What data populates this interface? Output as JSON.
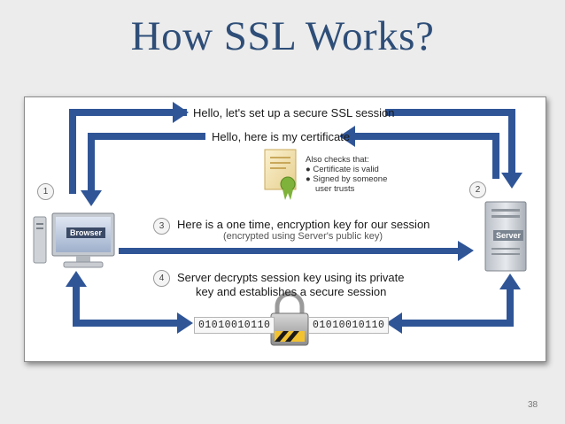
{
  "slide": {
    "title": "How SSL Works?",
    "page_number": "38"
  },
  "diagram": {
    "messages": {
      "hello": "Hello, let's set up a secure SSL session",
      "certificate": "Hello, here is my certificate",
      "session_key": "Here is a one time, encryption key for our session",
      "session_key_note": "(encrypted using Server's public key)",
      "decrypt_line1": "Server decrypts session key using its private",
      "decrypt_line2": "key and establishes a secure session"
    },
    "steps": [
      "1",
      "2",
      "3",
      "4"
    ],
    "checks": {
      "heading": "Also checks that:",
      "items": [
        "Certificate is valid",
        "Signed by someone",
        "user trusts"
      ]
    },
    "browser_label": "Browser",
    "server_label": "Server",
    "binary_left": "01010010110",
    "binary_right": "01010010110",
    "colors": {
      "arrow": "#2f5597",
      "title": "#2e4e78"
    }
  }
}
